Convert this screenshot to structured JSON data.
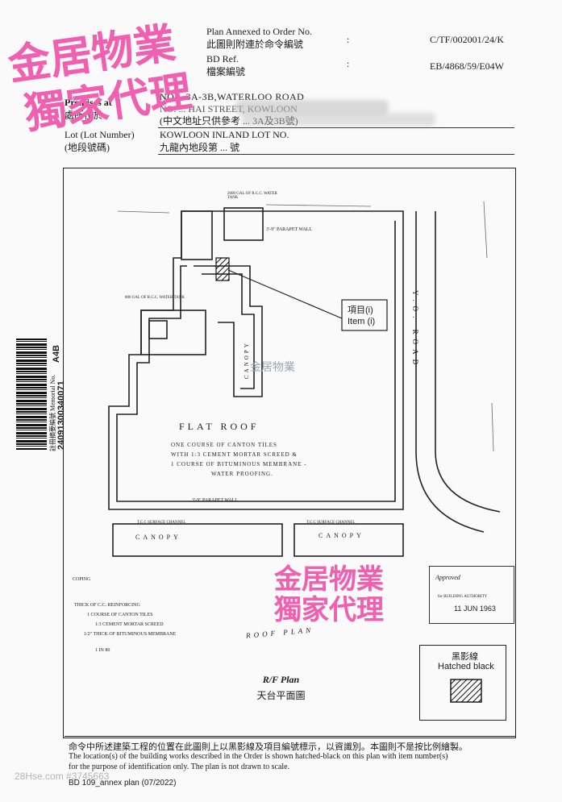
{
  "header": {
    "plan_annexed_en": "Plan Annexed to Order No.",
    "plan_annexed_zh": "此圖則附連於命令編號",
    "bd_ref_en": "BD Ref.",
    "bd_ref_zh": "檔案編號",
    "colon": ":",
    "order_no": "C/TF/002001/24/K",
    "bd_ref_no": "EB/4868/59/E04W"
  },
  "premises": {
    "label_en": "Premises at",
    "label_zh": "處所位於",
    "address_en": "NOS. 3A-3B,WATERLOO ROAD",
    "address_en_2": "NO. ... HAI STREET, KOWLOON",
    "address_zh": "(中文地址只供參考 ... 3A及3B號)",
    "lot_label_en": "Lot (Lot Number)",
    "lot_label_zh": "(地段號碼)",
    "lot_en": "KOWLOON INLAND LOT NO.",
    "lot_zh": "九龍內地段第 ... 號"
  },
  "watermarks": {
    "top_line1": "金居物業",
    "top_line2": "獨家代理",
    "bottom_line1": "金居物業",
    "bottom_line2": "獨家代理",
    "center": "金居物業"
  },
  "drawing": {
    "item_label_zh": "項目(i)",
    "item_label_en": "Item (i)",
    "flat_roof": "FLAT ROOF",
    "spec_1": "ONE COURSE OF CANTON TILES",
    "spec_2": "WITH 1:3 CEMENT MORTAR SCREED &",
    "spec_3": "1 COURSE OF BITUMINOUS MEMBRANE -",
    "spec_4": "WATER PROOFING.",
    "parapet_top": "3'-9\" PARAPET WALL",
    "parapet_bottom": "3'-9\" PARAPET WALL",
    "canopy_left": "CANOPY",
    "canopy_right": "CANOPY",
    "canopy_vertical": "CANOPY",
    "tcc_channel": "T.C.C SURFACE CHANNEL",
    "water_tank_top": "2000 GAL OF R.C.C. WATER TANK",
    "water_tank_mid": "800 GAL OF R.C.C. WATER TANK",
    "roof_plan": "ROOF PLAN",
    "scale": "1 IN 80",
    "road_side": "Y.O. ROAD",
    "legend_notes": [
      "COPING",
      "THICK OF C.C. REINFORCING",
      "1 COURSE OF CANTON TILES",
      "1:3 CEMENT MORTAR SCREED",
      "1/2\" THICK OF BITUMINOUS MEMBRANE"
    ],
    "approved": "Approved",
    "approved_by": "for BUILDING AUTHORITY",
    "approved_date": "11 JUN 1963"
  },
  "legend": {
    "title_zh": "黑影線",
    "title_en": "Hatched black"
  },
  "plan_title": {
    "en": "R/F Plan",
    "zh": "天台平面圖"
  },
  "side": {
    "memorial_label": "註冊摘要編號 Memorial No.",
    "memorial_no": "24091300340071",
    "paper_size": "A4B"
  },
  "footer": {
    "note_zh": "命令中所述建築工程的位置在此圖則上以黑影線及項目編號標示，以資識別。本圖則不是按比例繪製。",
    "note_en_1": "The location(s) of the building works described in the Order is shown hatched-black on this plan with item number(s)",
    "note_en_2": "for the purpose of identification only.    The plan is not drawn to scale.",
    "form_ref": "BD 109_annex plan (07/2022)",
    "site_watermark": "28Hse.com #3745663"
  }
}
